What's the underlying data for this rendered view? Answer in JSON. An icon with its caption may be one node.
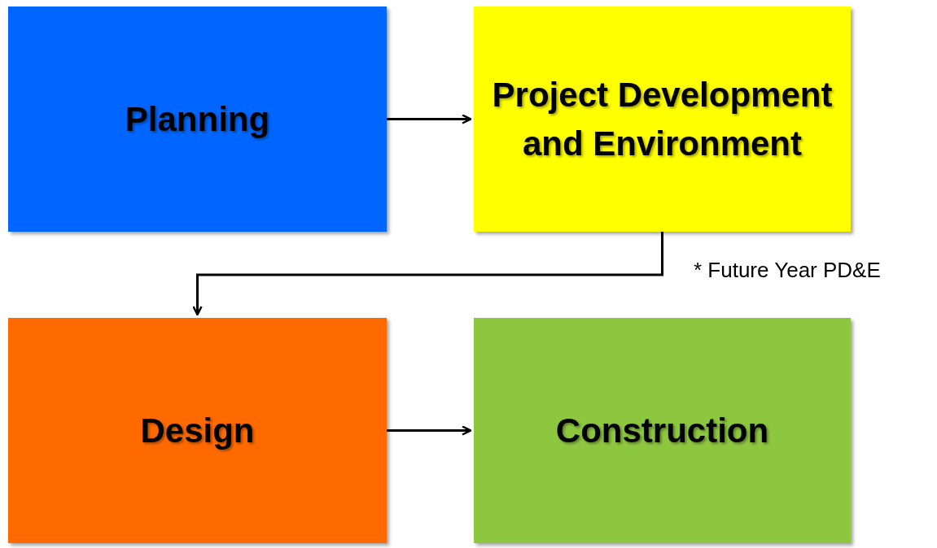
{
  "diagram": {
    "nodes": [
      {
        "text": [
          "Planning"
        ]
      },
      {
        "text": [
          "Project Development and Environment"
        ]
      },
      {
        "text": [
          "Design"
        ]
      },
      {
        "text": [
          "Construction"
        ]
      }
    ],
    "edges": [
      {
        "from": 0,
        "to": 1,
        "arrow": "to"
      },
      {
        "from": 1,
        "to": 2,
        "arrow": "to"
      },
      {
        "from": 2,
        "to": 3,
        "arrow": "to"
      }
    ],
    "labels": [
      "* Future Year PD&E"
    ]
  }
}
